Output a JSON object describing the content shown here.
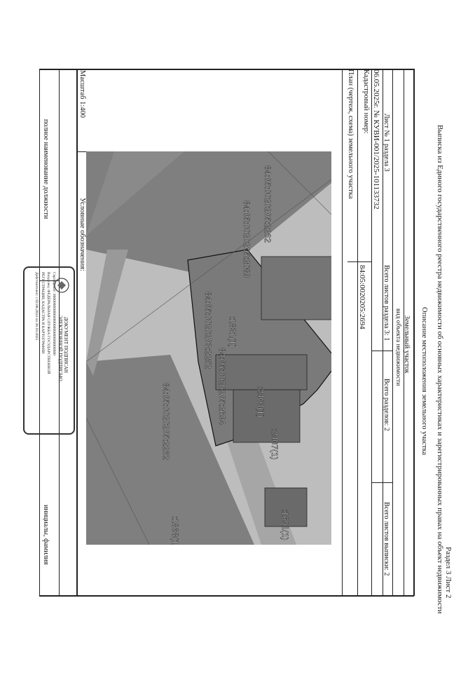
{
  "header": {
    "title": "Выписка из Единого государственного реестра недвижимости об основных характеристиках и зарегистрированных правах на объект недвижимости",
    "section_sheet": "Раздел 3   Лист 2",
    "subtitle": "Описание местоположения земельного участка"
  },
  "object": {
    "type_value": "Земельный участок",
    "type_label": "вид объекта недвижимости"
  },
  "sheet_row": {
    "sheet_of_section": "Лист № 1 раздела 3",
    "total_sheets_section": "Всего листов раздела 3: 1",
    "total_sections": "Всего разделов: 2",
    "total_sheets_extract": "Всего листов выписки: 2"
  },
  "extract": {
    "date_number": "06.05.2025г. № КУВИ-001/2025-101133732",
    "cadastral_label": "Кадастровый номер:",
    "cadastral_value": "84:05:0020205:2694",
    "plan_label": "План (чертеж, схема) земельного участка"
  },
  "map": {
    "labels": [
      "84:05:0020205:2262",
      "84:05:0020205:2089",
      "84:05:0020203:2252",
      "84:05:0020205:2262",
      "84:05:0020205:2694",
      ":1831(1)",
      ":2403(1)",
      ":2407(1)",
      ":1691(1)",
      ":1868(1)"
    ]
  },
  "footer": {
    "scale": "Масштаб 1:400",
    "legend": "Условные обозначения:",
    "position_label": "полное наименование должности",
    "initials_label": "инициалы, фамилия"
  },
  "signature": {
    "title": "ДОКУМЕНТ ПОДПИСАН",
    "subtitle": "ЭЛЕКТРОННОЙ ПОДПИСЬЮ",
    "line1": "Сертификат: 00000000000000000000000000000000",
    "line2": "Владелец: ФЕДЕРАЛЬНАЯ СЛУЖБА ГОСУДАРСТВЕННОЙ",
    "line3": "РЕГИСТРАЦИИ, КАДАСТРА И КАРТОГРАФИИ",
    "line4": "Действителен: с 02.08.2024 по 26.10.2025"
  },
  "colors": {
    "parcel_dark": "#808080",
    "parcel_light": "#bdbdbd",
    "building": "#737373"
  }
}
